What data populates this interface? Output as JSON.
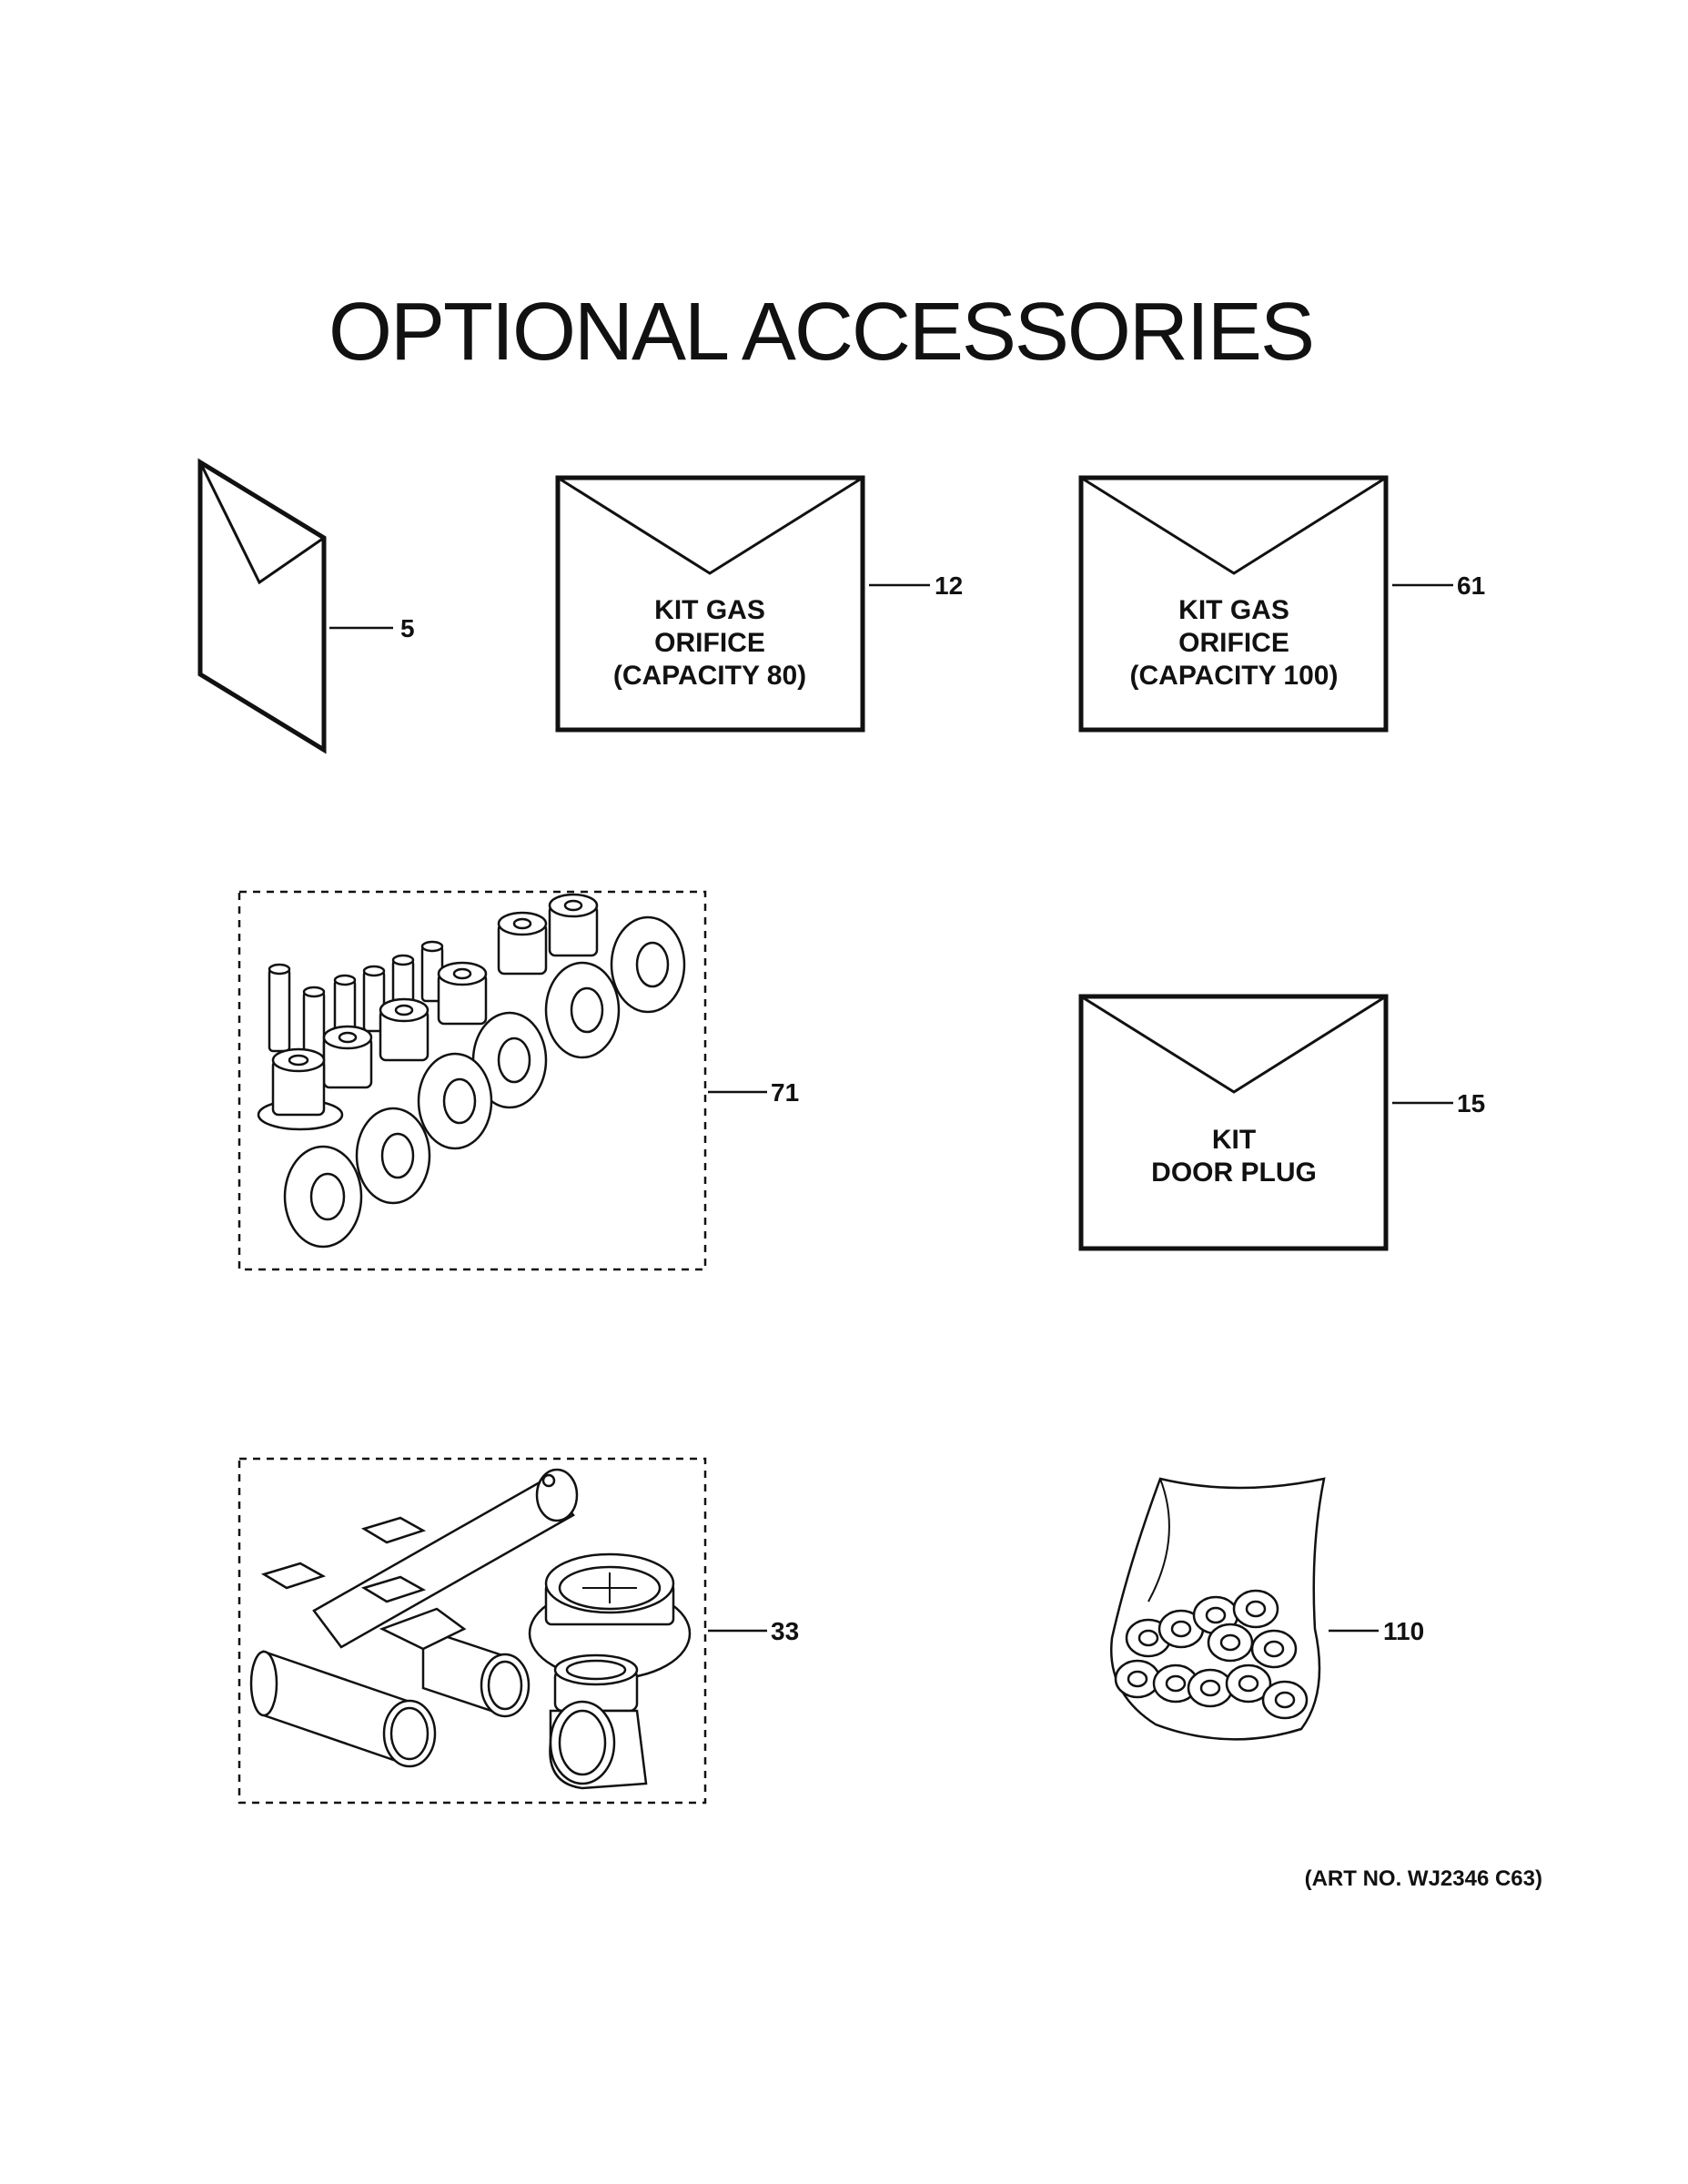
{
  "title": "OPTIONAL ACCESSORIES",
  "items": {
    "manual": {
      "callout": "5",
      "icon": "folded-document-icon"
    },
    "kit_orifice_80": {
      "callout": "12",
      "lines": [
        "KIT GAS",
        "ORIFICE",
        "(CAPACITY 80)"
      ],
      "icon": "envelope-icon"
    },
    "kit_orifice_100": {
      "callout": "61",
      "lines": [
        "KIT GAS",
        "ORIFICE",
        "(CAPACITY 100)"
      ],
      "icon": "envelope-icon"
    },
    "orifice_set": {
      "callout": "71",
      "icon": "orifice-set-icon"
    },
    "kit_door_plug": {
      "callout": "15",
      "lines": [
        "KIT",
        "DOOR PLUG"
      ],
      "icon": "envelope-icon"
    },
    "burner_parts": {
      "callout": "33",
      "icon": "burner-parts-icon"
    },
    "screw_bag": {
      "callout": "110",
      "icon": "screw-bag-icon"
    }
  },
  "art_number": "(ART NO. WJ2346 C63)"
}
